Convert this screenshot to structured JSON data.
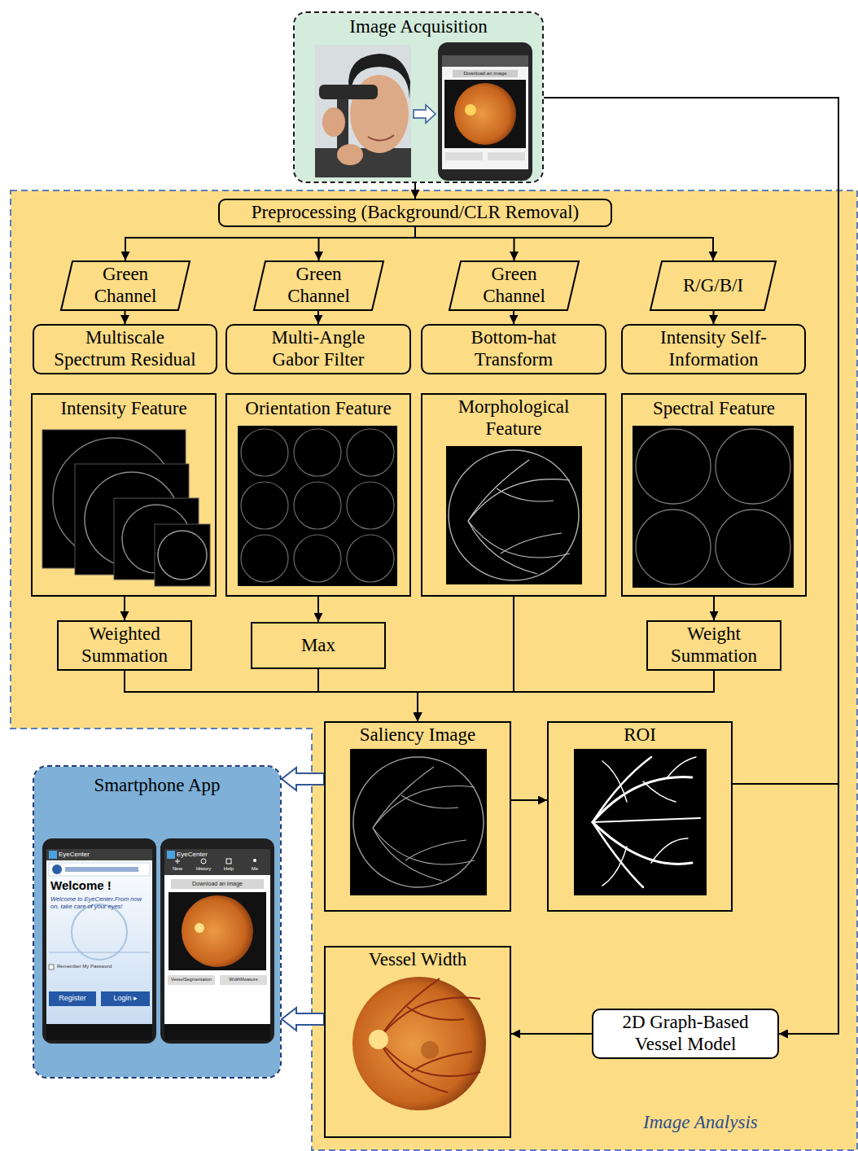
{
  "diagram": {
    "nodes": [
      {
        "text": [
          "Image Acquisition"
        ]
      },
      {
        "text": [
          "Image Analysis"
        ]
      },
      {
        "text": [
          "Preprocessing (Background/CLR Removal)"
        ],
        "in": 1
      },
      {
        "text": [
          "Green Channel"
        ],
        "in": 1
      },
      {
        "text": [
          "Green Channel"
        ],
        "in": 1
      },
      {
        "text": [
          "Green Channel"
        ],
        "in": 1
      },
      {
        "text": [
          "R/G/B/I"
        ],
        "in": 1
      },
      {
        "text": [
          "Multiscale Spectrum Residual"
        ],
        "in": 1
      },
      {
        "text": [
          "Multi-Angle Gabor Filter"
        ],
        "in": 1
      },
      {
        "text": [
          "Bottom-hat Transform"
        ],
        "in": 1
      },
      {
        "text": [
          "Intensity Self-Information"
        ],
        "in": 1
      },
      {
        "text": [
          "Intensity Feature"
        ],
        "in": 1
      },
      {
        "text": [
          "Orientation Feature"
        ],
        "in": 1
      },
      {
        "text": [
          "Morphological Feature"
        ],
        "in": 1
      },
      {
        "text": [
          "Spectral Feature"
        ],
        "in": 1
      },
      {
        "text": [
          "Weighted Summation"
        ],
        "in": 1
      },
      {
        "text": [
          "Max"
        ],
        "in": 1
      },
      {
        "text": [
          "Weight Summation"
        ],
        "in": 1
      },
      {
        "text": [
          "Saliency Image"
        ],
        "in": 1
      },
      {
        "text": [
          "ROI"
        ],
        "in": 1
      },
      {
        "text": [
          "Smartphone App"
        ]
      },
      {
        "text": [
          "Vessel Width"
        ],
        "in": 1
      },
      {
        "text": [
          "2D Graph-Based Vessel Model"
        ],
        "in": 1
      }
    ],
    "edges": [
      {
        "from": 0,
        "to": 2,
        "arrow": "to"
      },
      {
        "from": 2,
        "to": 3,
        "arrow": "to"
      },
      {
        "from": 2,
        "to": 4,
        "arrow": "to"
      },
      {
        "from": 2,
        "to": 5,
        "arrow": "to"
      },
      {
        "from": 2,
        "to": 6,
        "arrow": "to"
      },
      {
        "from": 3,
        "to": 7,
        "arrow": "to"
      },
      {
        "from": 4,
        "to": 8,
        "arrow": "to"
      },
      {
        "from": 5,
        "to": 9,
        "arrow": "to"
      },
      {
        "from": 6,
        "to": 10,
        "arrow": "to"
      },
      {
        "from": 11,
        "to": 15,
        "arrow": "to"
      },
      {
        "from": 12,
        "to": 16,
        "arrow": "to"
      },
      {
        "from": 14,
        "to": 17,
        "arrow": "to"
      },
      {
        "from": 15,
        "to": 18,
        "arrow": "to"
      },
      {
        "from": 16,
        "to": 18,
        "arrow": "to"
      },
      {
        "from": 13,
        "to": 18,
        "arrow": "to"
      },
      {
        "from": 17,
        "to": 18,
        "arrow": "to"
      },
      {
        "from": 18,
        "to": 19,
        "arrow": "to"
      },
      {
        "from": 18,
        "to": 20,
        "arrow": "to"
      },
      {
        "from": 0,
        "to": 22,
        "arrow": "to"
      },
      {
        "from": 19,
        "to": 22,
        "arrow": "to"
      },
      {
        "from": 22,
        "to": 21,
        "arrow": "to"
      },
      {
        "from": 21,
        "to": 20,
        "arrow": "to"
      }
    ],
    "labels": [
      "Download an image",
      "EyeCenter",
      "Welcome !",
      "Welcome to EyeCenter.From now on, take care of your eyes!",
      "Remember My Password",
      "Register",
      "Login ▸",
      "EyeCenter",
      "New",
      "History",
      "Help",
      "Me",
      "Download an image",
      "VesselSegmentation",
      "WidthMeasure"
    ]
  }
}
